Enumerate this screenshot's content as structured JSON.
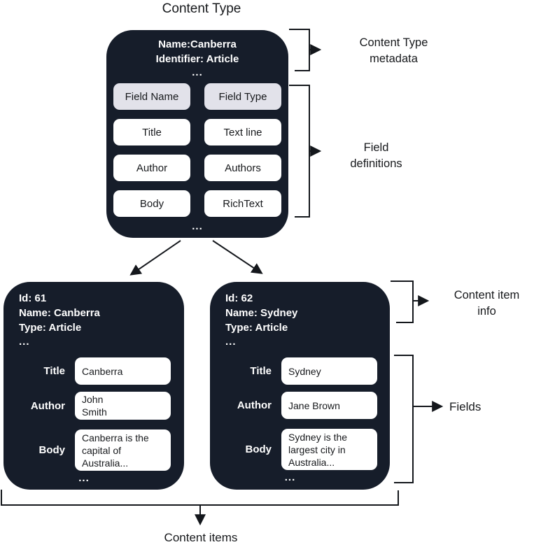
{
  "title": "Content Type",
  "colors": {
    "card_bg": "#161d2a",
    "header_cell_bg": "#e2e2ea",
    "value_box_bg": "#ffffff",
    "text_dark": "#17191c",
    "text_light": "#ffffff",
    "line": "#14171c"
  },
  "type_card": {
    "name_line": "Name:Canberra",
    "identifier_line": "Identifier: Article",
    "ellipsis": "...",
    "table": {
      "header": [
        "Field Name",
        "Field Type"
      ],
      "rows": [
        [
          "Title",
          "Text line"
        ],
        [
          "Author",
          "Authors"
        ],
        [
          "Body",
          "RichText"
        ]
      ]
    },
    "footer_ellipsis": "..."
  },
  "items": [
    {
      "id_line": "Id: 61",
      "name_line": "Name: Canberra",
      "type_line": "Type: Article",
      "ellipsis": "...",
      "fields": [
        {
          "label": "Title",
          "value": "Canberra"
        },
        {
          "label": "Author",
          "value": "John\nSmith"
        },
        {
          "label": "Body",
          "value": "Canberra is the capital of Australia..."
        }
      ],
      "footer_ellipsis": "..."
    },
    {
      "id_line": "Id: 62",
      "name_line": "Name: Sydney",
      "type_line": "Type: Article",
      "ellipsis": "...",
      "fields": [
        {
          "label": "Title",
          "value": "Sydney"
        },
        {
          "label": "Author",
          "value": "Jane Brown"
        },
        {
          "label": "Body",
          "value": "Sydney is the largest city in Australia..."
        }
      ],
      "footer_ellipsis": "..."
    }
  ],
  "annotations": {
    "metadata_l1": "Content Type",
    "metadata_l2": "metadata",
    "field_defs_l1": "Field",
    "field_defs_l2": "definitions",
    "item_info_l1": "Content item",
    "item_info_l2": "info",
    "fields": "Fields",
    "content_items": "Content items"
  }
}
